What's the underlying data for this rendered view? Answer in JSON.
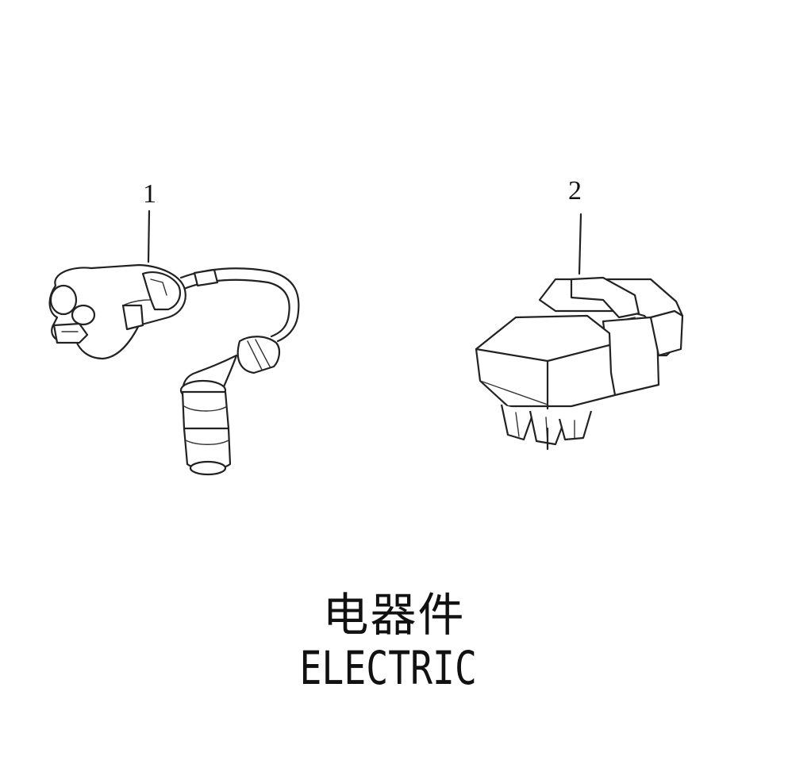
{
  "callouts": {
    "part_1": "1",
    "part_2": "2"
  },
  "title": {
    "chinese": "电器件",
    "english": "ELECTRIC"
  }
}
